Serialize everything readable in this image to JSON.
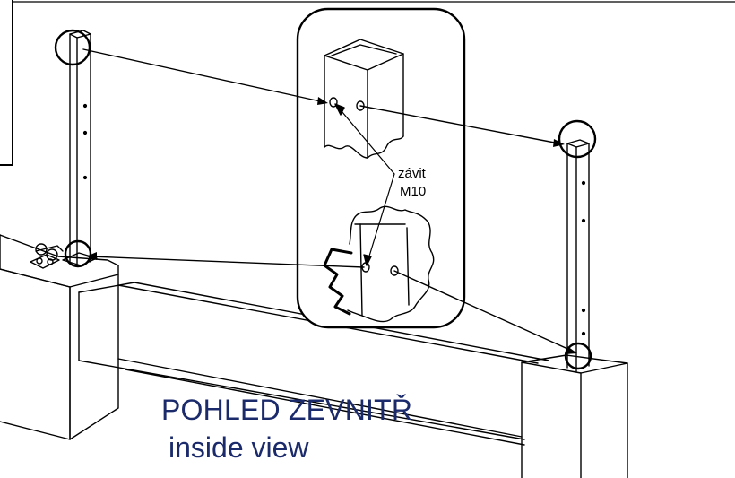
{
  "callout": {
    "thread_label_line1": "závit",
    "thread_label_line2": "M10"
  },
  "title": {
    "czech": "POHLED ZEVNITŘ",
    "english": "inside view"
  },
  "colors": {
    "line": "#000000",
    "title_text": "#1b2a6b",
    "background": "#ffffff"
  }
}
